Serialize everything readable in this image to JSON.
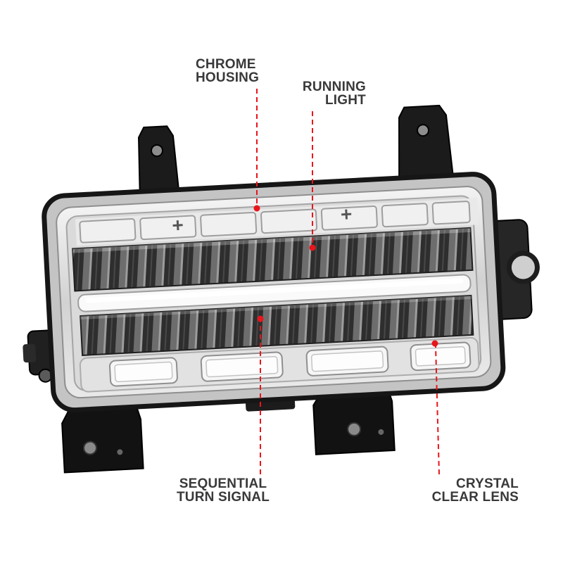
{
  "labels": {
    "chrome_housing": {
      "line1": "CHROME",
      "line2": "HOUSING"
    },
    "running_light": {
      "line1": "RUNNING",
      "line2": "LIGHT"
    },
    "sequential_turn_signal": {
      "line1": "SEQUENTIAL",
      "line2": "TURN SIGNAL"
    },
    "crystal_clear_lens": {
      "line1": "CRYSTAL",
      "line2": "CLEAR LENS"
    }
  },
  "colors": {
    "accent_red": "#e8151b",
    "label_text": "#39393b",
    "background": "#ffffff"
  }
}
